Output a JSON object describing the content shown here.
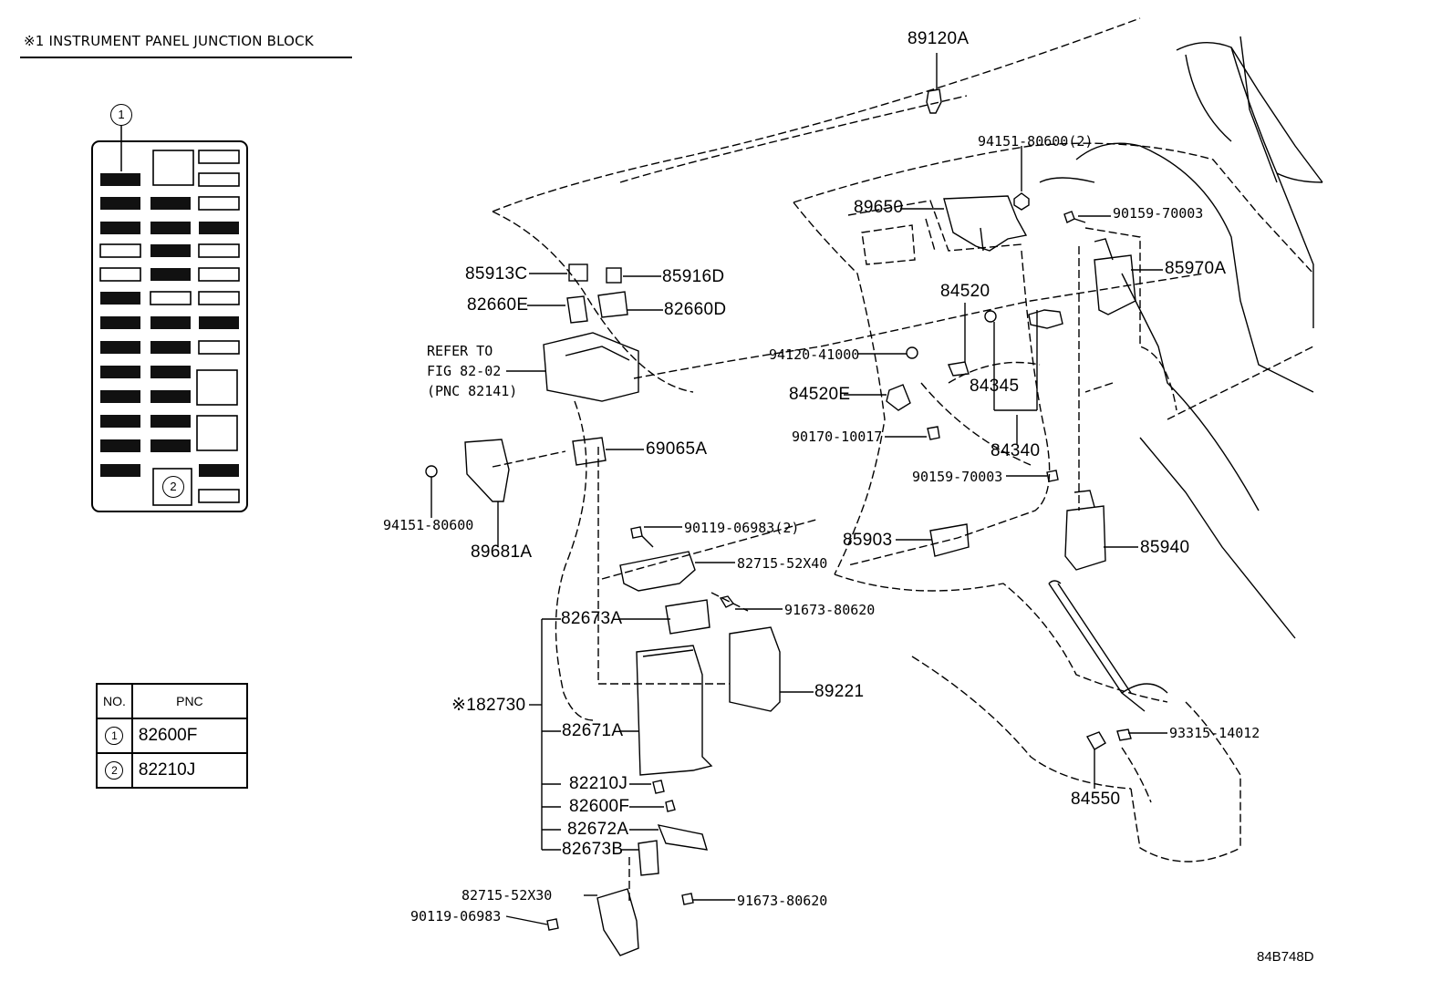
{
  "header": {
    "title": "※1 INSTRUMENT PANEL JUNCTION BLOCK"
  },
  "junction_block": {
    "callout_1": "1",
    "callout_2": "2"
  },
  "pnc_table": {
    "col_no": "NO.",
    "col_pnc": "PNC",
    "rows": [
      {
        "no": "1",
        "pnc": "82600F"
      },
      {
        "no": "2",
        "pnc": "82210J"
      }
    ]
  },
  "refer_note": {
    "line1": "REFER TO",
    "line2": "FIG 82-02",
    "line3": "(PNC 82141)"
  },
  "part_labels": {
    "p89120A": "89120A",
    "p94151_80600_2": "94151-80600(2)",
    "p89650": "89650",
    "p90159_70003_a": "90159-70003",
    "p85970A": "85970A",
    "p85913C": "85913C",
    "p85916D": "85916D",
    "p82660E": "82660E",
    "p82660D": "82660D",
    "p84520": "84520",
    "p94120_41000": "94120-41000",
    "p84520E": "84520E",
    "p84345": "84345",
    "p90170_10017": "90170-10017",
    "p84340": "84340",
    "p90159_70003_b": "90159-70003",
    "p69065A": "69065A",
    "p94151_80600": "94151-80600",
    "p89681A": "89681A",
    "p90119_06983_2": "90119-06983(2)",
    "p82715_52X40": "82715-52X40",
    "p85903": "85903",
    "p85940": "85940",
    "p91673_80620_a": "91673-80620",
    "p82673A": "82673A",
    "p89221": "89221",
    "p82730": "※182730",
    "p82671A": "82671A",
    "p82210J": "82210J",
    "p82600F": "82600F",
    "p82672A": "82672A",
    "p82673B": "82673B",
    "p93315_14012": "93315-14012",
    "p84550": "84550",
    "p82715_52X30": "82715-52X30",
    "p90119_06983": "90119-06983",
    "p91673_80620_b": "91673-80620"
  },
  "figure_id": "84B748D"
}
